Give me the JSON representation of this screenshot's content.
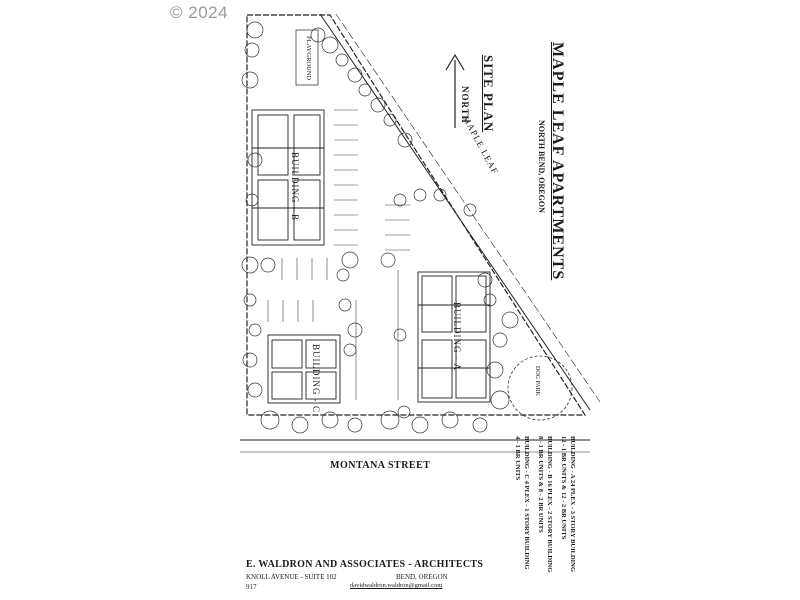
{
  "watermark": {
    "copyright": "© 2024"
  },
  "title_block": {
    "project_title": "MAPLE LEAF APARTMENTS",
    "location": "NORTH BEND, OREGON",
    "sheet_title": "SITE PLAN",
    "north_label": "NORTH"
  },
  "plan_labels": {
    "road": "MAPLE LEAF",
    "playground": "PLAYGROUND",
    "building_a": "BUILDING - A",
    "building_b": "BUILDING - B",
    "building_c": "BUILDING - C",
    "dog_park": "DOG PARK",
    "street": "MONTANA STREET"
  },
  "legend": [
    {
      "line1": "BUILDING - A   24 PLEX - 3 STORY BUILDING",
      "line2": "12 - 1 BR UNITS & 12 - 2 BR UNITS"
    },
    {
      "line1": "BUILDING - B   16 PLEX - 2 STORY BUILDING",
      "line2": "8 - 1 BR UNITS & 8 - 2 BR UNITS"
    },
    {
      "line1": "BUILDING - C   4 PLEX - 1 STORY BUILDING",
      "line2": "4 - 1 BR UNITS"
    }
  ],
  "architect": {
    "firm": "E. WALDRON AND ASSOCIATES - ARCHITECTS",
    "address": "KNOLL AVENUE - SUITE 102",
    "city": "BEND, OREGON",
    "phone": "917",
    "email": "davidwaldron.waldron@gmail.com"
  }
}
